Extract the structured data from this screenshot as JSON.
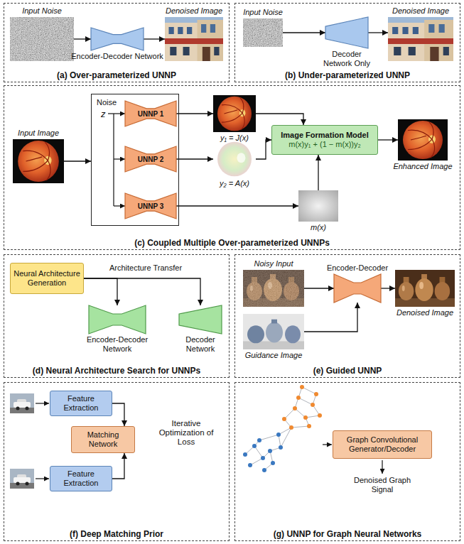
{
  "diagram": {
    "nodes": [
      {
        "text": [
          "(a) Over-parameterized UNNP"
        ]
      },
      {
        "text": [
          "Input Noise"
        ],
        "in": 0
      },
      {
        "text": [
          "Encoder-Decoder Network"
        ],
        "in": 0
      },
      {
        "text": [
          "Denoised Image"
        ],
        "in": 0
      },
      {
        "text": [
          "(b) Under-parameterized UNNP"
        ]
      },
      {
        "text": [
          "Input Noise"
        ],
        "in": 4
      },
      {
        "text": [
          "Decoder Network Only"
        ],
        "in": 4
      },
      {
        "text": [
          "Denoised Image"
        ],
        "in": 4
      },
      {
        "text": [
          "(c) Coupled Multiple Over-parameterized UNNPs"
        ]
      },
      {
        "text": [
          "Input Image"
        ],
        "in": 8
      },
      {
        "text": [
          "Noise",
          "z"
        ],
        "in": 8
      },
      {
        "text": [
          "UNNP 1"
        ],
        "in": 10
      },
      {
        "text": [
          "UNNP 2"
        ],
        "in": 10
      },
      {
        "text": [
          "UNNP 3"
        ],
        "in": 10
      },
      {
        "text": [
          "y₁ = J(x)"
        ],
        "in": 8
      },
      {
        "text": [
          "y₂ = A(x)"
        ],
        "in": 8
      },
      {
        "text": [
          "m(x)"
        ],
        "in": 8
      },
      {
        "text": [
          "Image Formation Model",
          "m(x)y₁ + (1 − m(x))y₂"
        ],
        "in": 8
      },
      {
        "text": [
          "Enhanced Image"
        ],
        "in": 8
      },
      {
        "text": [
          "(d) Neural Architecture Search for UNNPs"
        ]
      },
      {
        "text": [
          "Neural Architecture Generation"
        ],
        "in": 19
      },
      {
        "text": [
          "Encoder-Decoder Network"
        ],
        "in": 19
      },
      {
        "text": [
          "Decoder Network"
        ],
        "in": 19
      },
      {
        "text": [
          "(e) Guided UNNP"
        ]
      },
      {
        "text": [
          "Noisy Input"
        ],
        "in": 23
      },
      {
        "text": [
          "Guidance Image"
        ],
        "in": 23
      },
      {
        "text": [
          "Encoder-Decoder"
        ],
        "in": 23
      },
      {
        "text": [
          "Denoised Image"
        ],
        "in": 23
      },
      {
        "text": [
          "(f) Deep Matching Prior"
        ]
      },
      {
        "text": [
          "Feature Extraction"
        ],
        "in": 28
      },
      {
        "text": [
          "Feature Extraction"
        ],
        "in": 28
      },
      {
        "text": [
          "Matching Network"
        ],
        "in": 28
      },
      {
        "text": [
          "(g) UNNP for Graph Neural Networks"
        ]
      },
      {
        "text": [
          "Graph Convolutional Generator/Decoder"
        ],
        "in": 32
      }
    ],
    "edges": [
      {
        "from": 1,
        "to": 2,
        "arrow": "to"
      },
      {
        "from": 2,
        "to": 3,
        "arrow": "to"
      },
      {
        "from": 5,
        "to": 6,
        "arrow": "to"
      },
      {
        "from": 6,
        "to": 7,
        "arrow": "to"
      },
      {
        "from": 9,
        "to": 10,
        "arrow": "to"
      },
      {
        "from": 11,
        "to": 14,
        "arrow": "to"
      },
      {
        "from": 12,
        "to": 15,
        "arrow": "to"
      },
      {
        "from": 13,
        "to": 16,
        "arrow": "to"
      },
      {
        "from": 14,
        "to": 17,
        "arrow": "to"
      },
      {
        "from": 15,
        "to": 17,
        "arrow": "to"
      },
      {
        "from": 16,
        "to": 17,
        "arrow": "to"
      },
      {
        "from": 17,
        "to": 18,
        "arrow": "to"
      },
      {
        "from": 20,
        "to": 21,
        "arrow": "to"
      },
      {
        "from": 20,
        "to": 22,
        "label": "Architecture Transfer",
        "arrow": "to"
      },
      {
        "from": 24,
        "to": 26,
        "arrow": "to"
      },
      {
        "from": 25,
        "to": 26,
        "arrow": "to"
      },
      {
        "from": 26,
        "to": 27,
        "arrow": "to"
      },
      {
        "from": 29,
        "to": 31,
        "arrow": "to"
      },
      {
        "from": 30,
        "to": 31,
        "arrow": "to"
      }
    ],
    "labels": [
      "Iterative Optimization of Loss",
      "Denoised Graph Signal"
    ]
  }
}
